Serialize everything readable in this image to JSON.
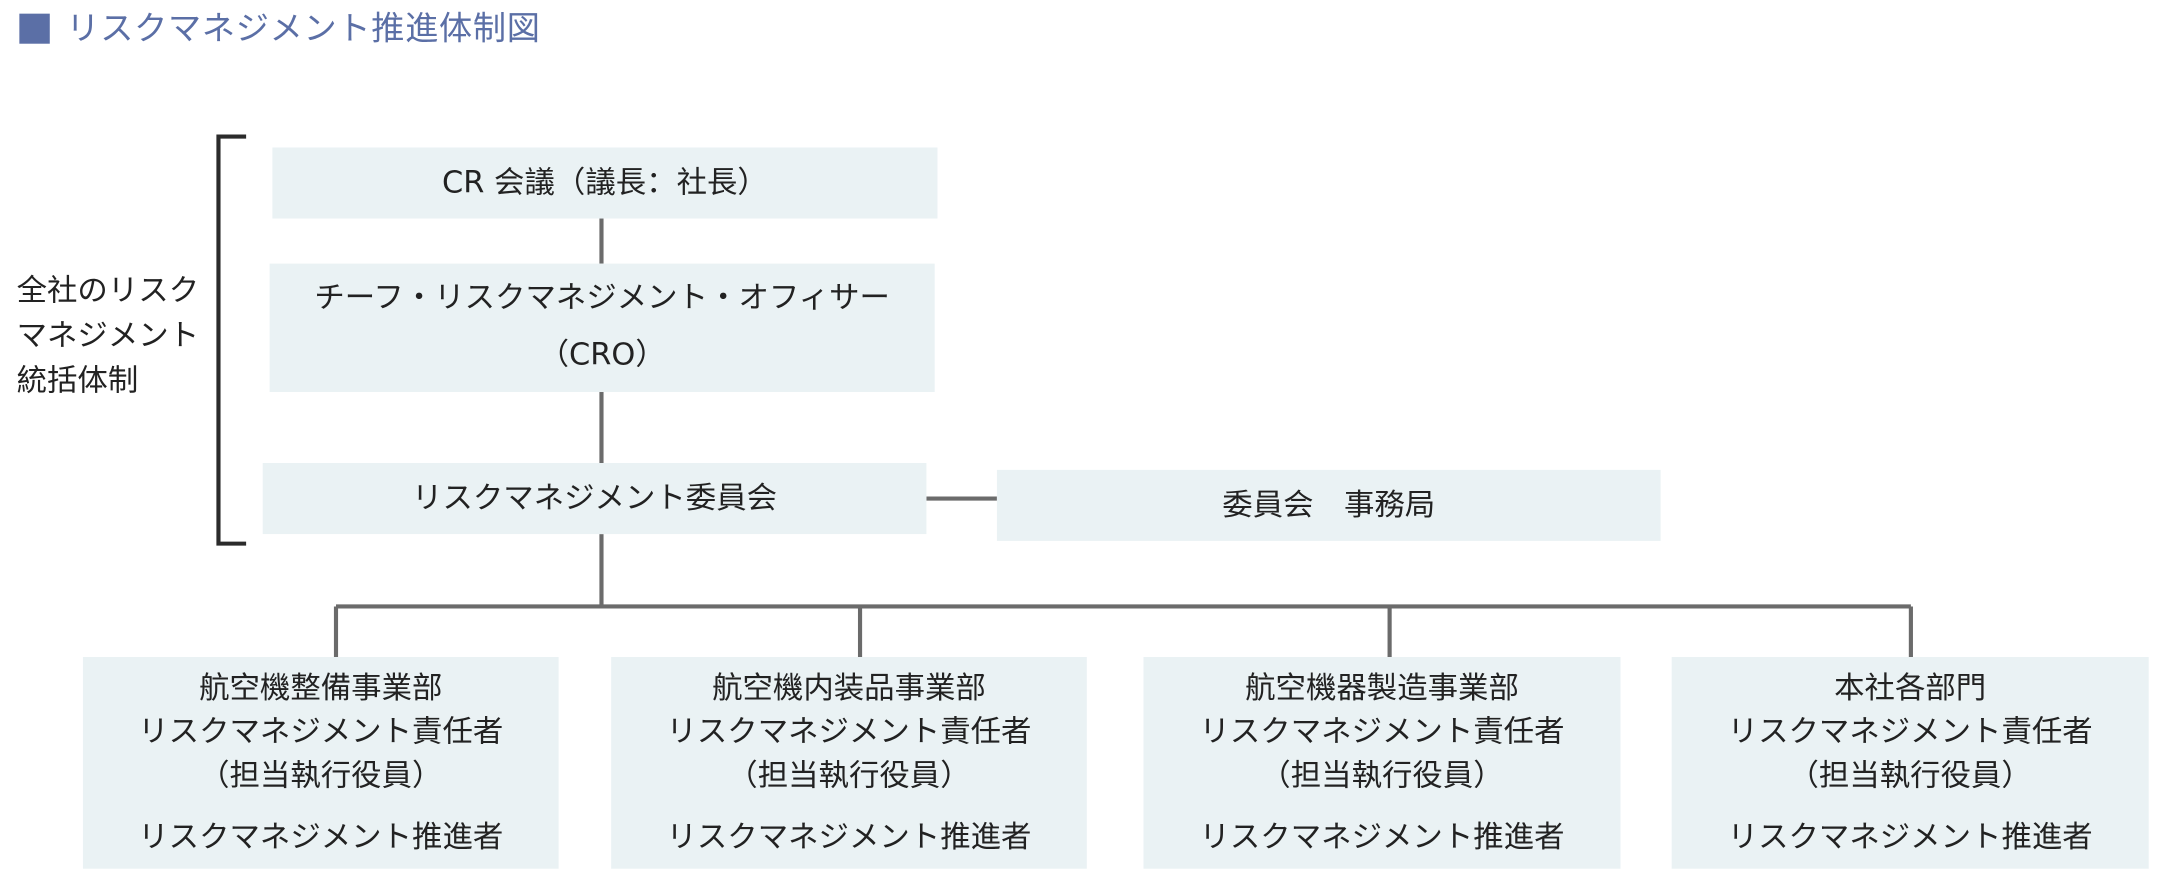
{
  "title": "リスクマネジメント推進体制図",
  "side_label": [
    "全社のリスク",
    "マネジメント",
    "統括体制"
  ],
  "top_nodes": {
    "cr_meeting": "CR 会議（議長：社長）",
    "cro": [
      "チーフ・リスクマネジメント・オフィサー",
      "（CRO）"
    ],
    "committee": "リスクマネジメント委員会",
    "secretariat": "委員会　事務局"
  },
  "divisions": [
    {
      "name": "航空機整備事業部",
      "role": "リスクマネジメント責任者",
      "note": "（担当執行役員）",
      "promoter": "リスクマネジメント推進者"
    },
    {
      "name": "航空機内装品事業部",
      "role": "リスクマネジメント責任者",
      "note": "（担当執行役員）",
      "promoter": "リスクマネジメント推進者"
    },
    {
      "name": "航空機器製造事業部",
      "role": "リスクマネジメント責任者",
      "note": "（担当執行役員）",
      "promoter": "リスクマネジメント推進者"
    },
    {
      "name": "本社各部門",
      "role": "リスクマネジメント責任者",
      "note": "（担当執行役員）",
      "promoter": "リスクマネジメント推進者"
    }
  ],
  "colors": {
    "title_accent": "#5b6fa6",
    "box_fill": "#eaf2f4",
    "connector": "#6b6b6b",
    "bracket": "#2b2b2b",
    "text": "#222222"
  }
}
